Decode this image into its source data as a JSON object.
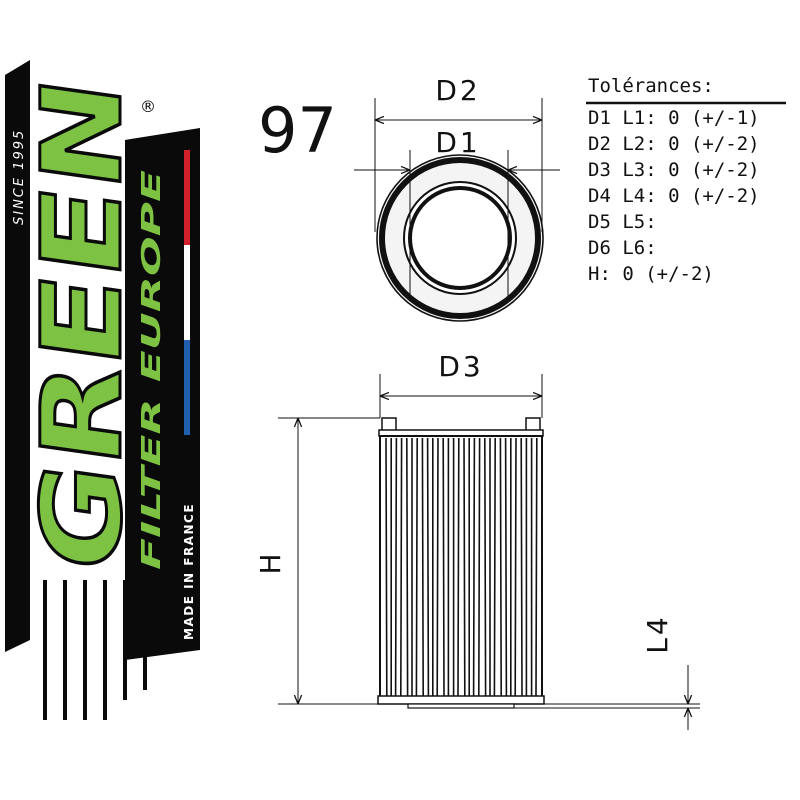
{
  "part_number": "97",
  "brand": {
    "logo_text": "GREEN",
    "registered_mark": "®",
    "tagline": "FILTER EUROPE",
    "since": "SINCE 1995",
    "made_in": "MADE IN FRANCE",
    "colors": {
      "green": "#7dc242",
      "dark": "#0a0a0a",
      "flag_red": "#d3202a",
      "flag_white": "#ffffff",
      "flag_blue": "#1f5fae"
    }
  },
  "dimensions": {
    "d1": "D1",
    "d2": "D2",
    "d3": "D3",
    "h": "H",
    "l4": "L4"
  },
  "tolerances": {
    "title": "Tolérances:",
    "rows": [
      "D1 L1: 0 (+/-1)",
      "D2 L2: 0 (+/-2)",
      "D3 L3: 0 (+/-2)",
      "D4 L4: 0 (+/-2)",
      "D5 L5:",
      "D6 L6:",
      "H: 0 (+/-2)"
    ]
  }
}
